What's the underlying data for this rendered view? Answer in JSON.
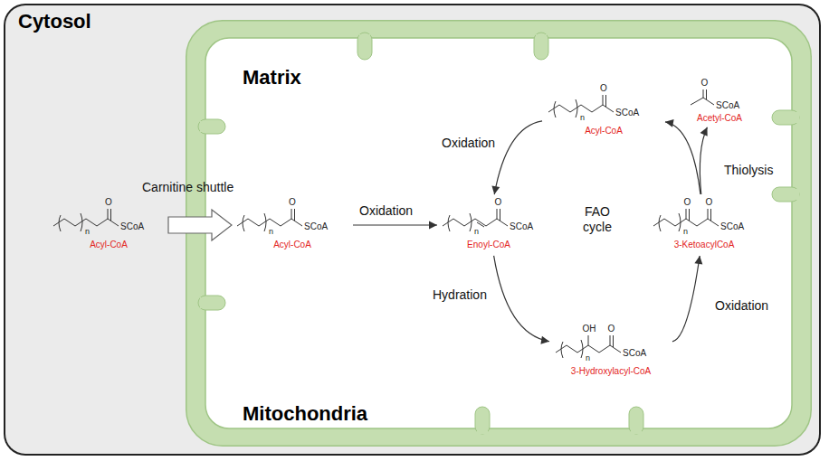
{
  "diagram": {
    "nodes": [
      {
        "text": [
          "Cytosol"
        ]
      },
      {
        "text": [
          "Matrix",
          "Mitochondria"
        ],
        "in": 0
      },
      {
        "text": [
          "O",
          "SCoA",
          "n",
          "Acyl-CoA"
        ],
        "in": 0
      },
      {
        "text": [
          "O",
          "SCoA",
          "n",
          "Acyl-CoA"
        ],
        "in": 1
      },
      {
        "text": [
          "O",
          "n",
          "SCoA",
          "Enoyl-CoA"
        ],
        "in": 1
      },
      {
        "text": [
          "O",
          "SCoA",
          "n",
          "Acyl-CoA"
        ],
        "in": 1
      },
      {
        "text": [
          "O",
          "SCoA",
          "Acetyl-CoA"
        ],
        "in": 1
      },
      {
        "text": [
          "O",
          "O",
          "n",
          "SCoA",
          "3-KetoacylCoA"
        ],
        "in": 1
      },
      {
        "text": [
          "OH",
          "O",
          "n",
          "SCoA",
          "3-Hydroxylacyl-CoA"
        ],
        "in": 1
      }
    ],
    "edges": [
      {
        "from": 2,
        "to": 3,
        "label": "Carnitine shuttle",
        "arrow": "to"
      },
      {
        "from": 3,
        "to": 4,
        "label": "Oxidation",
        "arrow": "to"
      },
      {
        "from": 4,
        "to": 8,
        "label": "Hydration",
        "arrow": "to"
      },
      {
        "from": 8,
        "to": 7,
        "label": "Oxidation",
        "arrow": "to"
      },
      {
        "from": 7,
        "to": 5,
        "label": "Thiolysis",
        "arrow": "to"
      },
      {
        "from": 7,
        "to": 6,
        "arrow": "to"
      },
      {
        "from": 5,
        "to": 4,
        "label": "Oxidation",
        "arrow": "to"
      }
    ],
    "labels": [
      "FAO cycle"
    ]
  }
}
